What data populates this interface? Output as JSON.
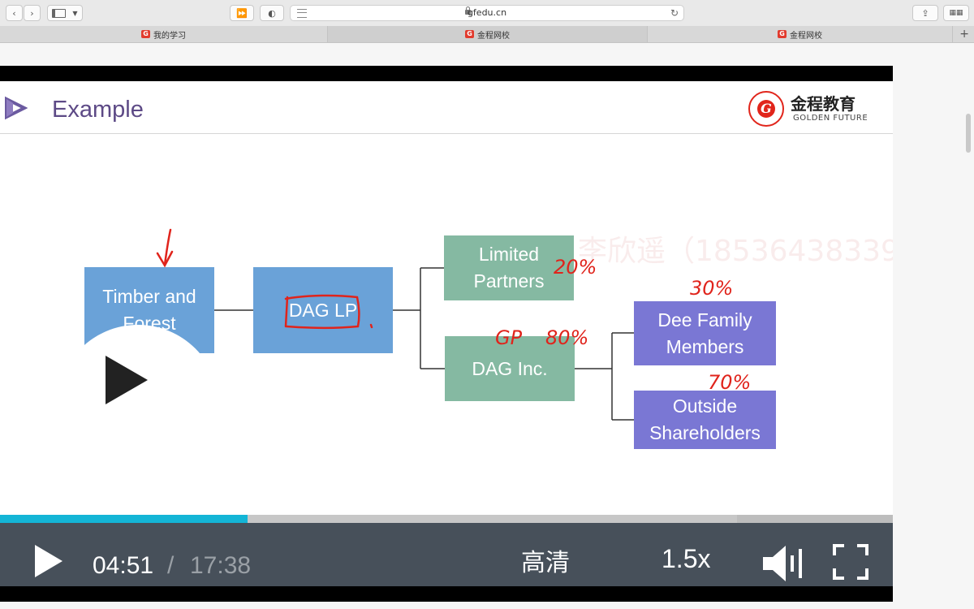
{
  "browser": {
    "url": "gfedu.cn",
    "tabs": [
      {
        "label": "我的学习",
        "favicon": "brand-logo-icon"
      },
      {
        "label": "金程网校",
        "favicon": "brand-logo-icon"
      },
      {
        "label": "金程网校",
        "favicon": "brand-logo-icon"
      }
    ]
  },
  "slide": {
    "title": "Example",
    "brand": {
      "name_cn": "金程教育",
      "name_en": "GOLDEN FUTURE"
    },
    "watermark": "李欣遥（18536438339",
    "boxes": {
      "timber": "Timber and Forest",
      "daglp": "DAG LP",
      "limited": "Limited Partners",
      "daginc": "DAG Inc.",
      "dee": "Dee Family Members",
      "outside": "Outside Shareholders"
    },
    "annotations": {
      "lp_pct": "20%",
      "gp": "GP",
      "gp_pct": "80%",
      "dee_pct": "30%",
      "outside_pct": "70%"
    }
  },
  "player": {
    "current_time": "04:51",
    "separator": "/",
    "duration": "17:38",
    "quality": "高清",
    "speed": "1.5x",
    "progress": 0.277,
    "buffered": 0.825
  },
  "colors": {
    "accent": "#13b5d6",
    "title": "#5d4a86",
    "annotation": "#e0241c"
  }
}
